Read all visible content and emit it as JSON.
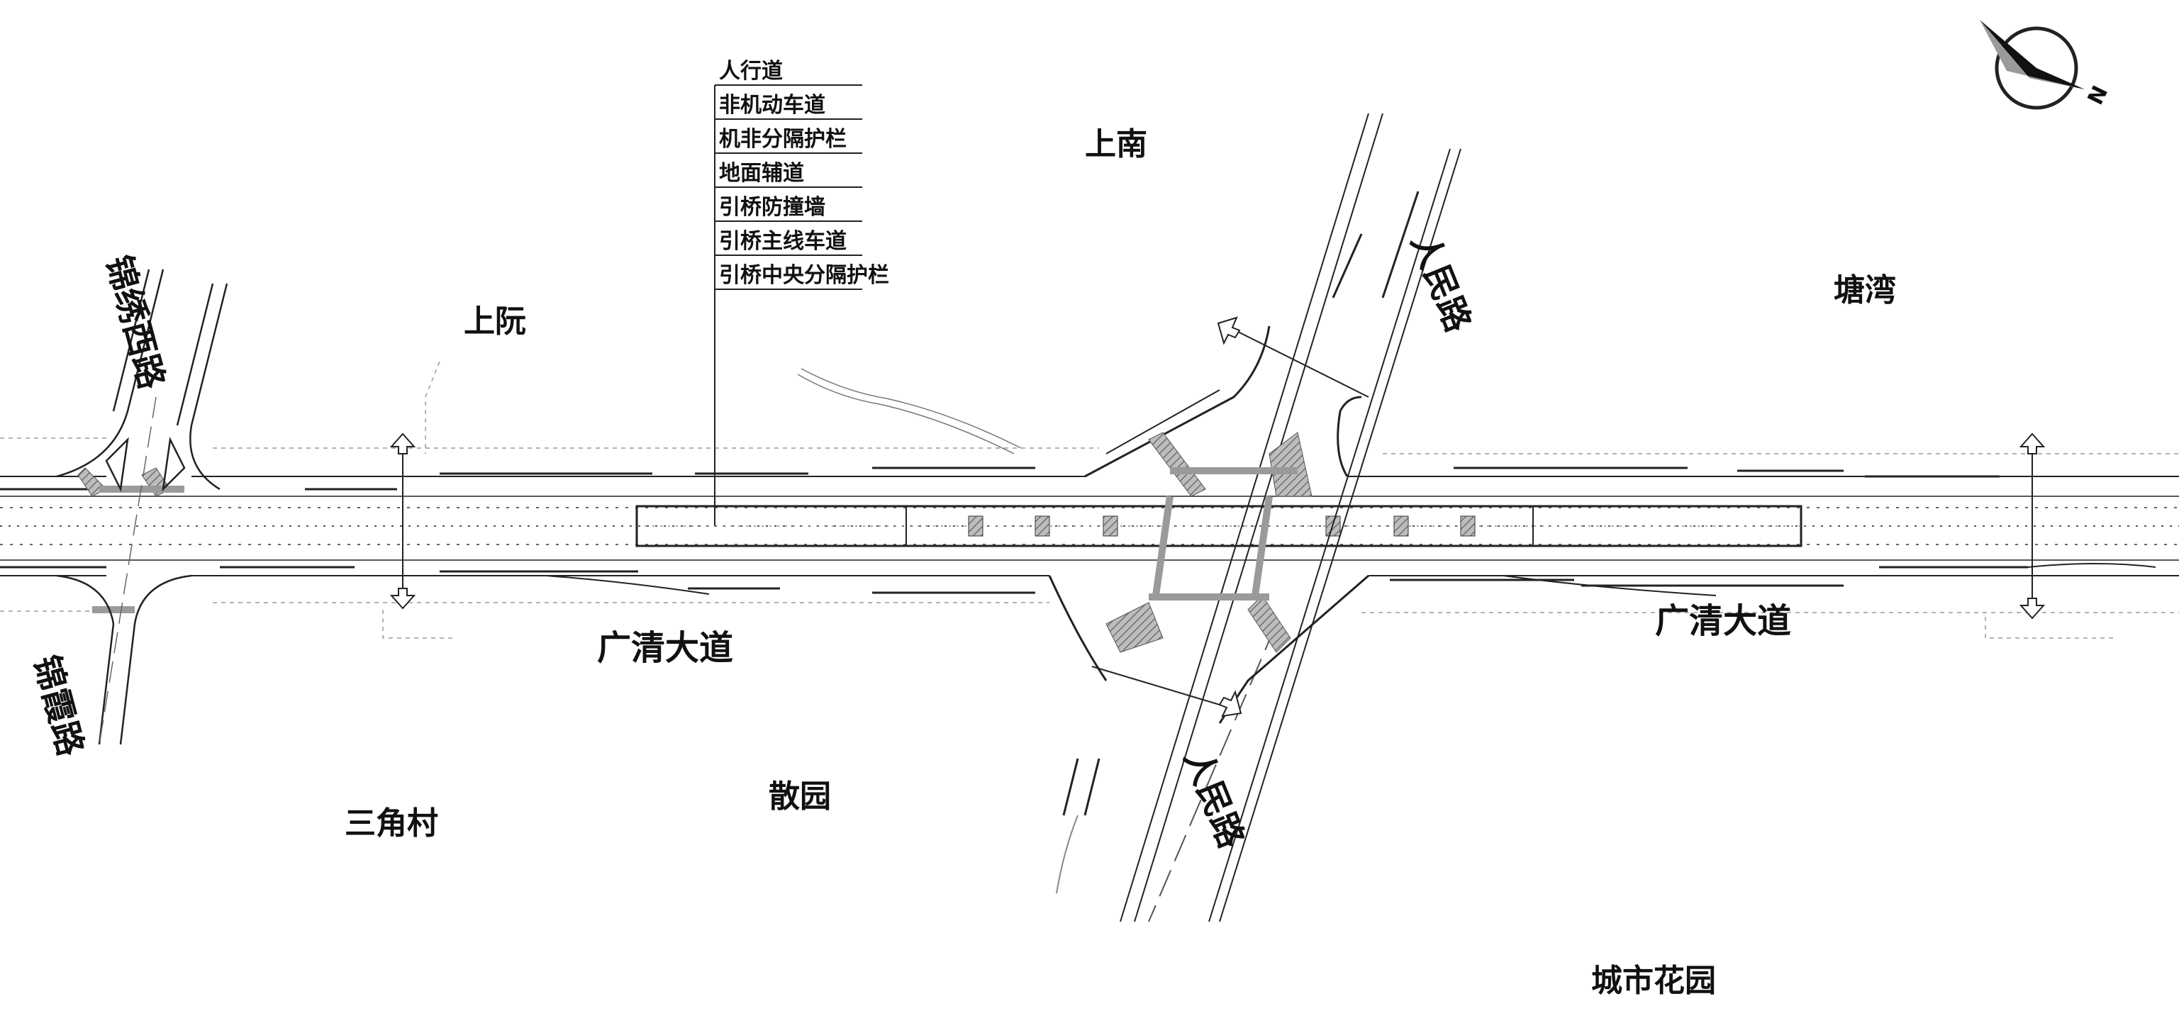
{
  "places": {
    "shangruan": "上阮",
    "shangnan": "上南",
    "tangwan": "塘湾",
    "sanjiaocun": "三角村",
    "sanyuan": "散园",
    "chengshihuayuan": "城市花园"
  },
  "roads": {
    "guangqing_west": "广清大道",
    "guangqing_east": "广清大道",
    "renmin_north": "人民路",
    "renmin_south": "人民路",
    "jinxiu_west": "锦绣西路",
    "jinxia": "锦霞路"
  },
  "legend": {
    "items": [
      "人行道",
      "非机动车道",
      "机非分隔护栏",
      "地面辅道",
      "引桥防撞墙",
      "引桥主线车道",
      "引桥中央分隔护栏"
    ]
  },
  "north_arrow": {
    "label": "N"
  },
  "colors": {
    "line": "#222222",
    "hatch": "#888888",
    "faint": "#9a9a9a"
  }
}
